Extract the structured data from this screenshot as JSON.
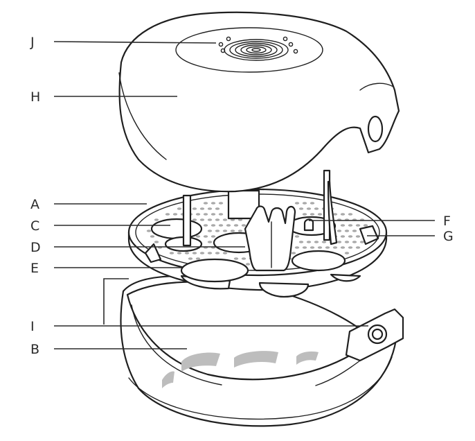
{
  "labels": {
    "J": "J",
    "H": "H",
    "A": "A",
    "C": "C",
    "D": "D",
    "E": "E",
    "I": "I",
    "B": "B",
    "F": "F",
    "G": "G"
  }
}
